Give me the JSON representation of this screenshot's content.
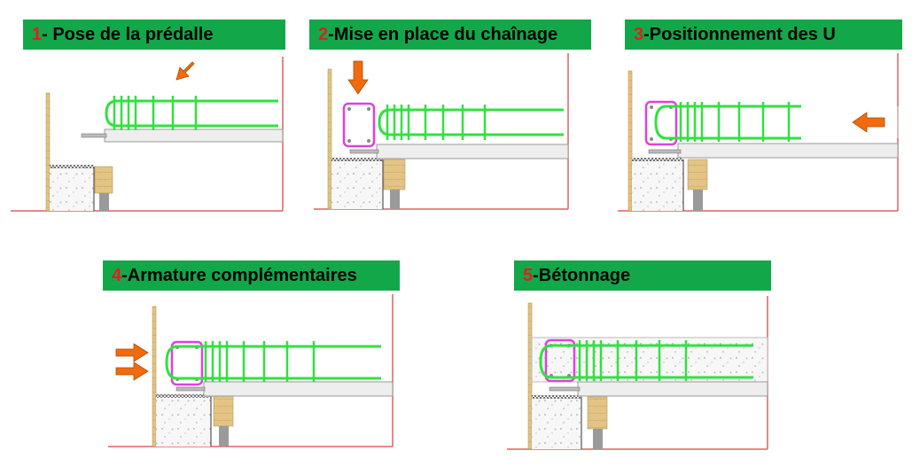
{
  "steps": [
    {
      "number": "1",
      "label": "- Pose de la prédalle"
    },
    {
      "number": "2",
      "label": "-Mise en place du chaînage"
    },
    {
      "number": "3",
      "label": "-Positionnement des U"
    },
    {
      "number": "4",
      "label": "-Armature complémentaires"
    },
    {
      "number": "5",
      "label": "-Bétonnage"
    }
  ],
  "colors": {
    "title_background": "#12a84a",
    "step_number": "#e01e1e",
    "rebar": "#33e040",
    "stirrup": "#e040e0",
    "arrow": "#f06a10",
    "boundary": "#e06060",
    "wood": "#e6c98a",
    "slab": "#eeeeee"
  }
}
